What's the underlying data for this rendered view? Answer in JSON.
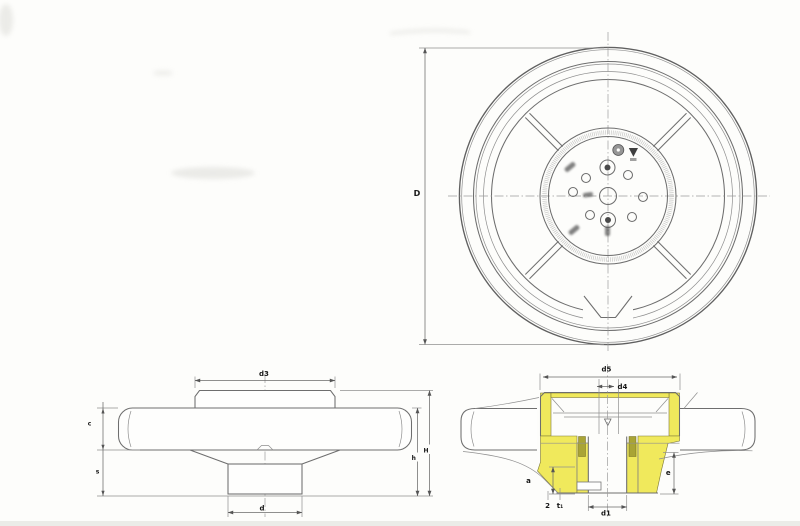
{
  "page": {
    "background": "#fdfdfb",
    "footer_band_color": "#ebece8"
  },
  "drawing": {
    "kind": "handwheel-technical-drawing",
    "colors": {
      "paper": "#fdfdfb",
      "yellow": "#f0e95c",
      "olive": "#a9a435",
      "line": "#6e6e6e",
      "centerline": "#9c9c9c",
      "label": "#161616"
    },
    "views": {
      "front": {
        "labels": {
          "D": "D"
        }
      },
      "side": {
        "labels": {
          "d3": "d3",
          "d": "d",
          "c": "c",
          "s": "s",
          "h": "h",
          "H": "H"
        }
      },
      "section": {
        "labels": {
          "d5": "d5",
          "d4": "d4",
          "d1": "d1",
          "a": "a",
          "e": "e",
          "two": "2",
          "t1": "t₁"
        }
      }
    }
  }
}
